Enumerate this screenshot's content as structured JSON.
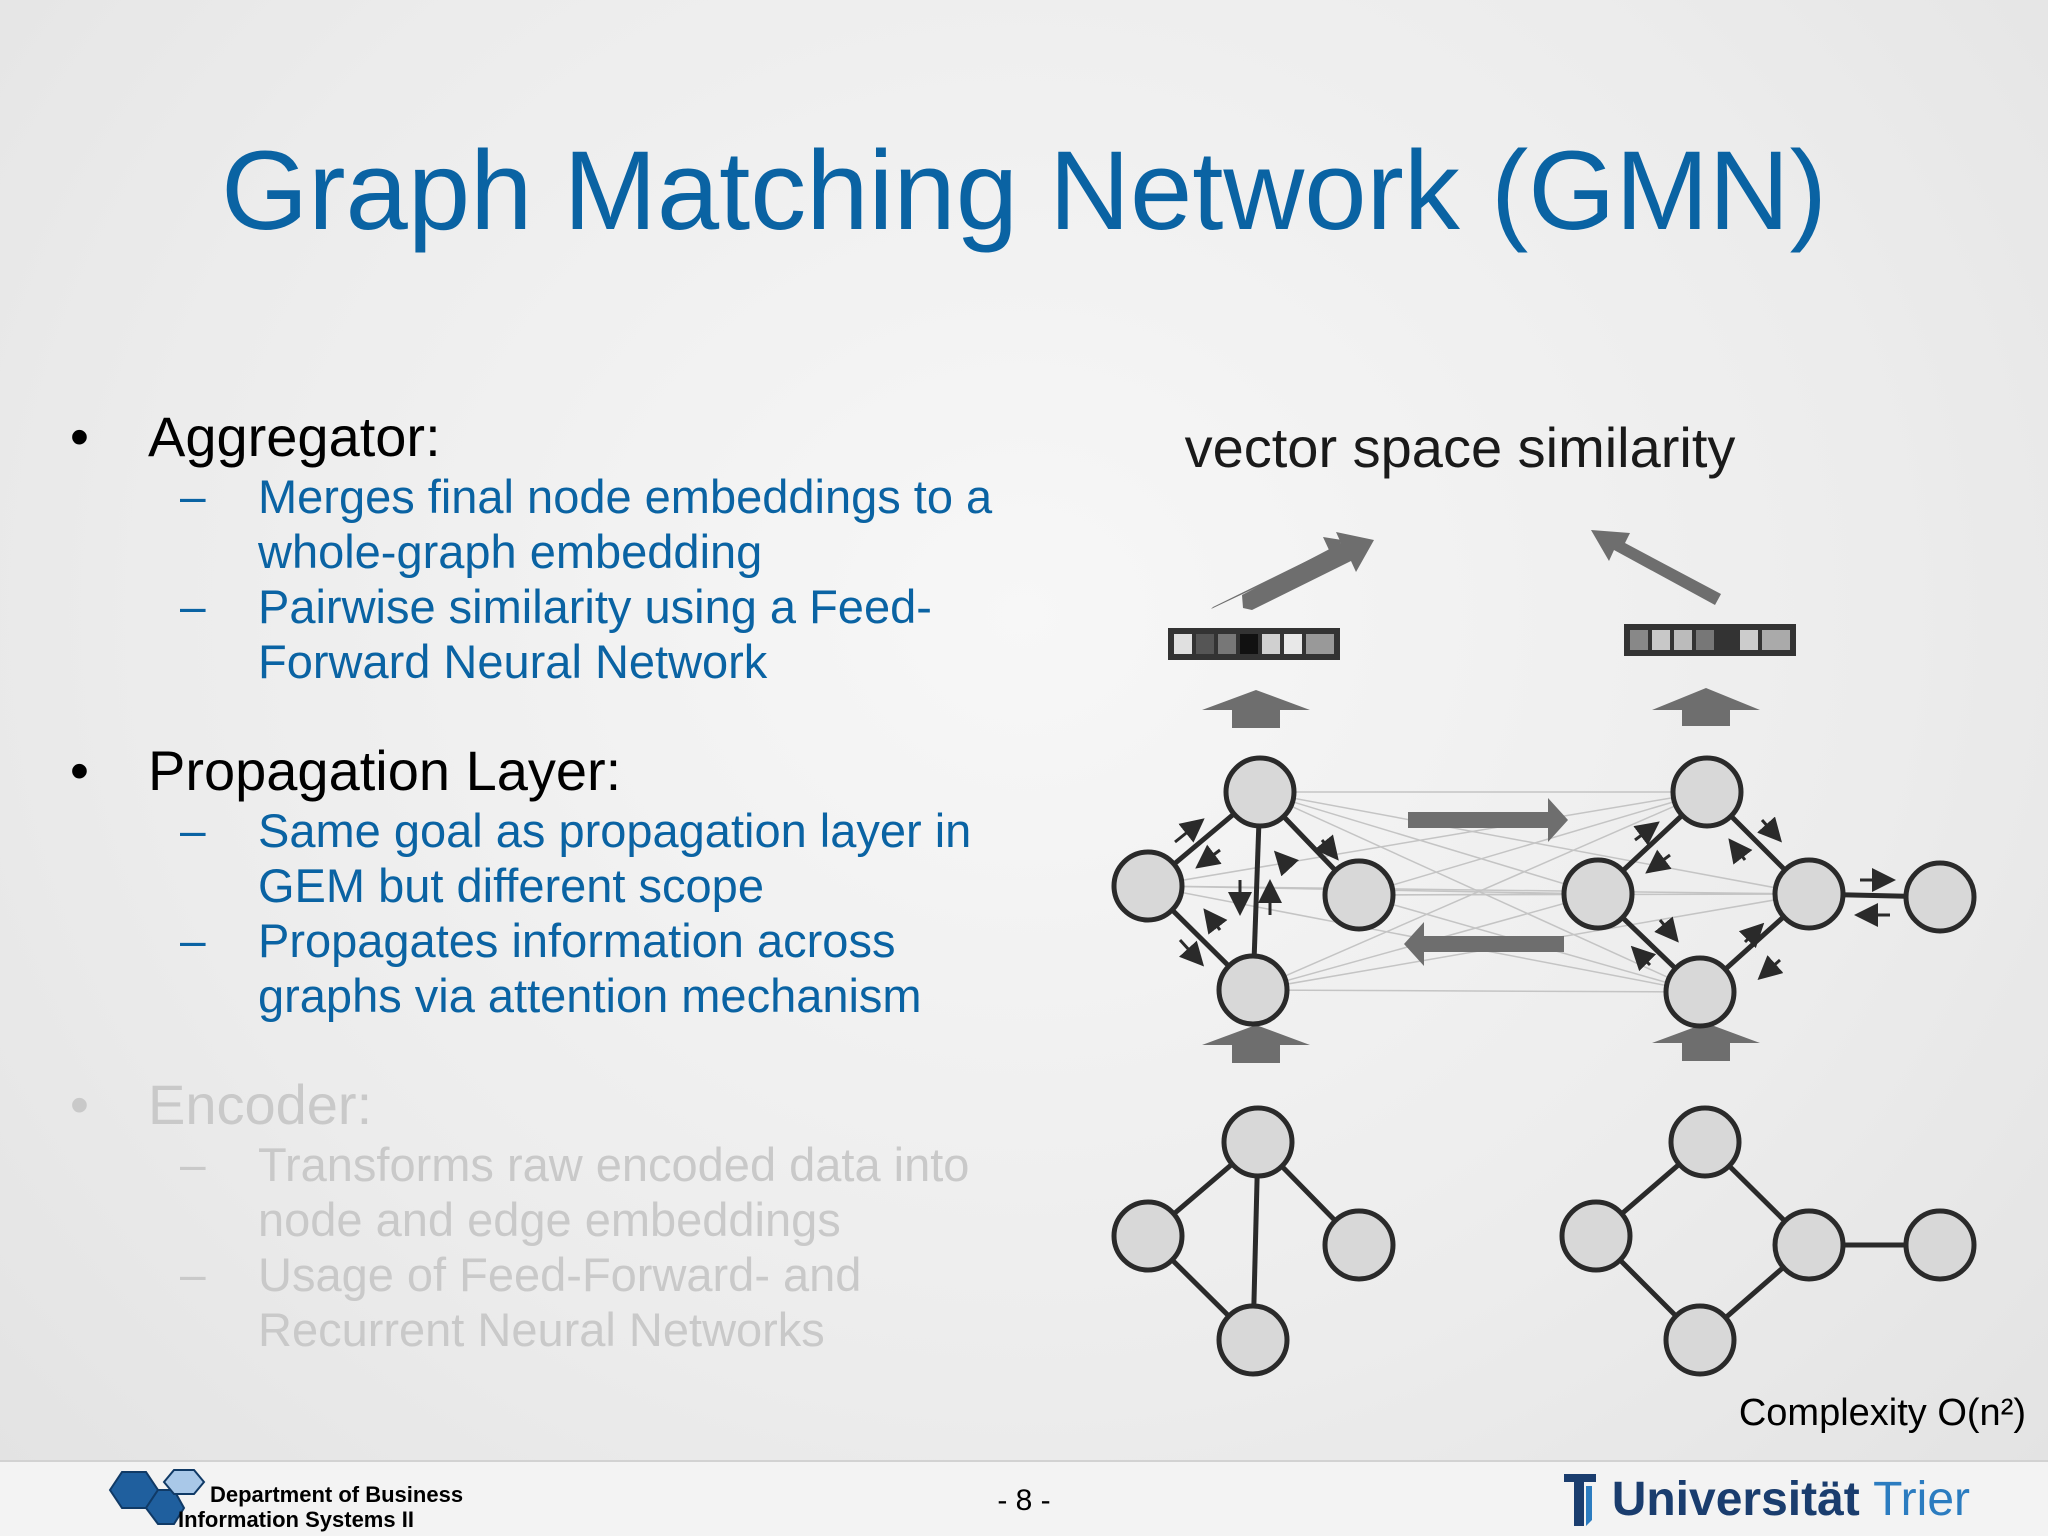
{
  "slide": {
    "title": "Graph Matching Network (GMN)",
    "bullets": [
      {
        "heading": "Aggregator:",
        "subs": [
          "Merges final node embeddings to a whole-graph embedding",
          "Pairwise similarity using a Feed-Forward Neural Network"
        ]
      },
      {
        "heading": "Propagation Layer:",
        "subs": [
          "Same goal as propagation layer in GEM but different scope",
          "Propagates information across graphs via attention mechanism"
        ]
      },
      {
        "heading": "Encoder:",
        "subs": [
          "Transforms raw encoded data into node and edge embeddings",
          "Usage of Feed-Forward- and Recurrent Neural Networks"
        ]
      }
    ],
    "bullet_marker": "•",
    "sub_marker": "–"
  },
  "diagram": {
    "label": "vector space similarity"
  },
  "complexity": "Complexity O(n²)",
  "footer": {
    "dept_line1": "Department of Business",
    "dept_line2": "Information Systems II",
    "page_number": "- 8 -",
    "university_part1": "Universität",
    "university_part2": "Trier"
  },
  "colors": {
    "title": "#0a63a3",
    "sub_text": "#0a63a3",
    "faded": "#c9c9c9",
    "node_fill": "#d8d8d8",
    "edge": "#2a2a2a",
    "arrow": "#6e6e6e"
  }
}
